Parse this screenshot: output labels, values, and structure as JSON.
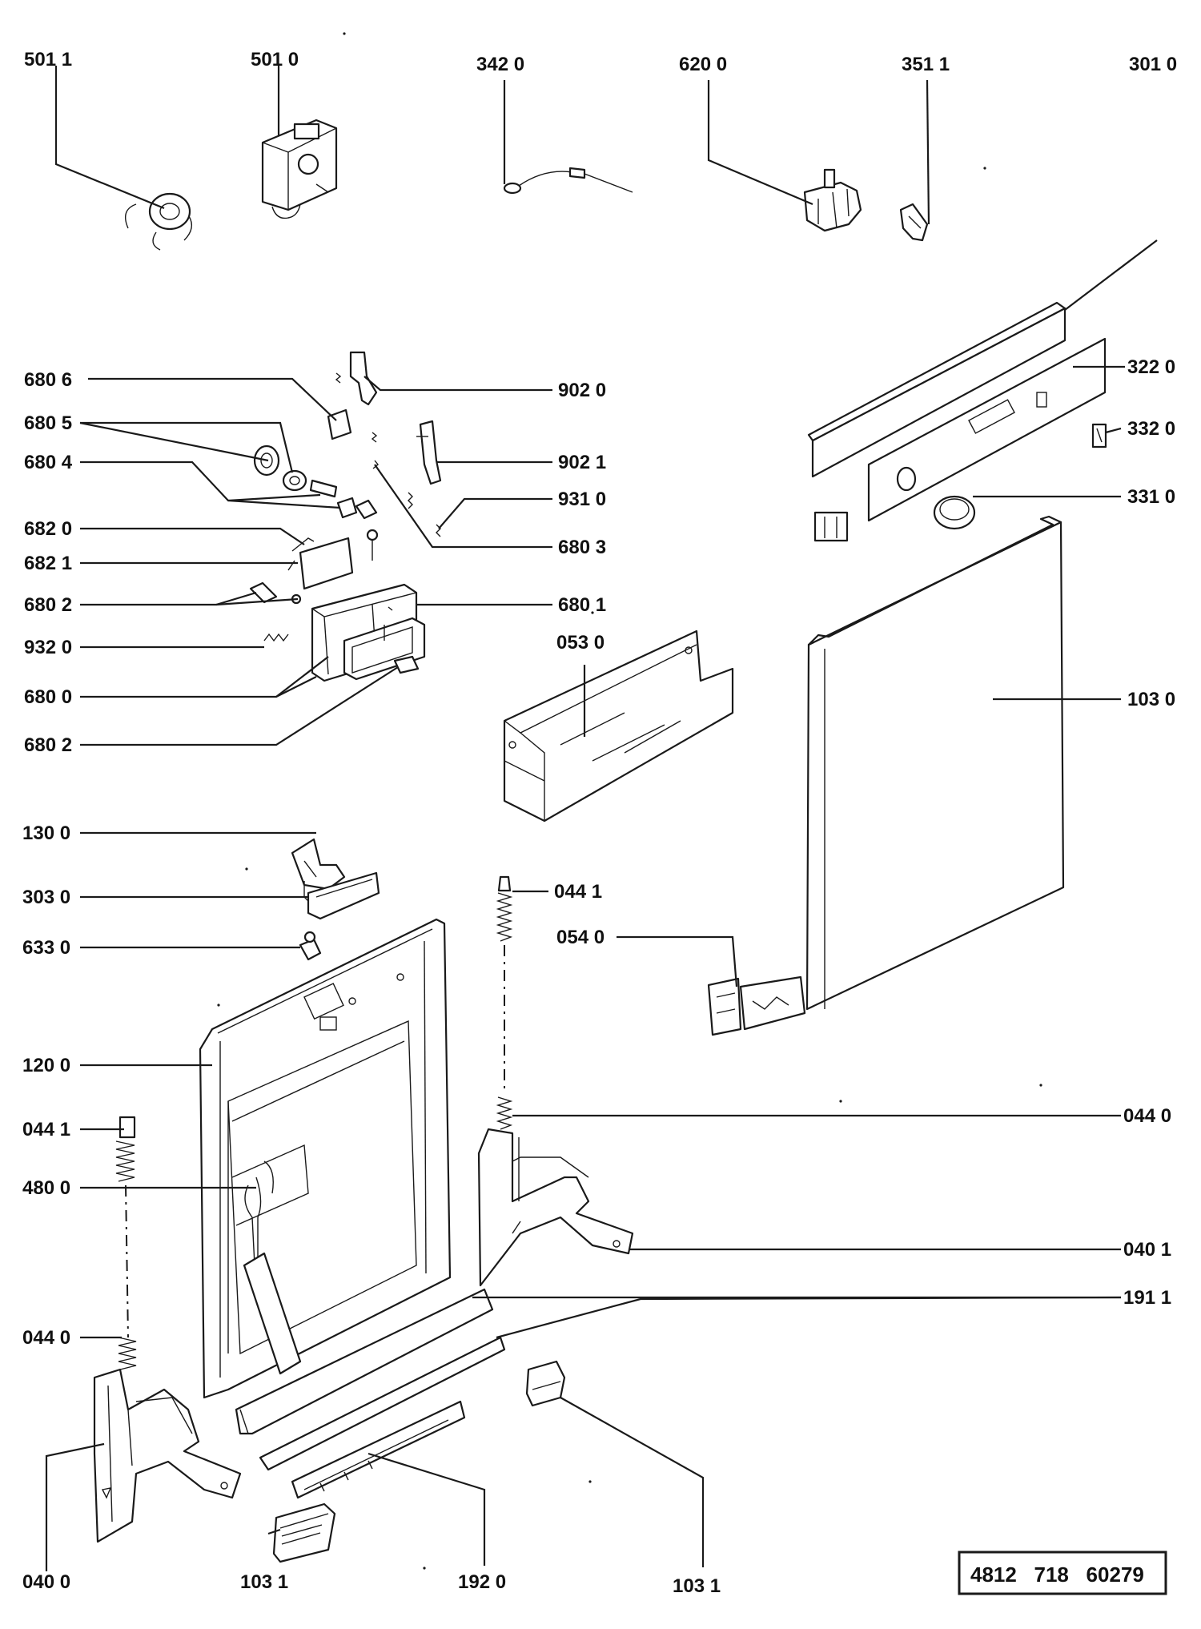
{
  "labels": {
    "l_501_1a": "501 1",
    "l_501_0": "501 0",
    "l_342_0": "342 0",
    "l_620_0": "620 0",
    "l_351_1": "351 1",
    "l_301_0": "301 0",
    "l_680_6": "680 6",
    "l_680_5": "680 5",
    "l_680_4": "680 4",
    "l_682_0": "682 0",
    "l_682_1": "682 1",
    "l_680_2a": "680 2",
    "l_932_0": "932 0",
    "l_680_0": "680 0",
    "l_680_2b": "680 2",
    "l_902_0": "902 0",
    "l_902_1": "902 1",
    "l_931_0": "931 0",
    "l_680_3": "680 3",
    "l_680_1": "680 1",
    "l_053_0": "053 0",
    "l_322_0": "322 0",
    "l_332_0": "332 0",
    "l_331_0": "331 0",
    "l_103_0": "103 0",
    "l_130_0": "130 0",
    "l_303_0": "303 0",
    "l_633_0": "633 0",
    "l_044_1a": "044 1",
    "l_054_0": "054 0",
    "l_120_0": "120 0",
    "l_044_1b": "044 1",
    "l_480_0": "480 0",
    "l_044_0a": "044 0",
    "l_040_1": "040 1",
    "l_191_1": "191 1",
    "l_044_0b": "044 0",
    "l_040_0": "040 0",
    "l_103_1a": "103 1",
    "l_192_0": "192 0",
    "l_103_1b": "103 1"
  },
  "drawing_code": "4812   718   60279"
}
